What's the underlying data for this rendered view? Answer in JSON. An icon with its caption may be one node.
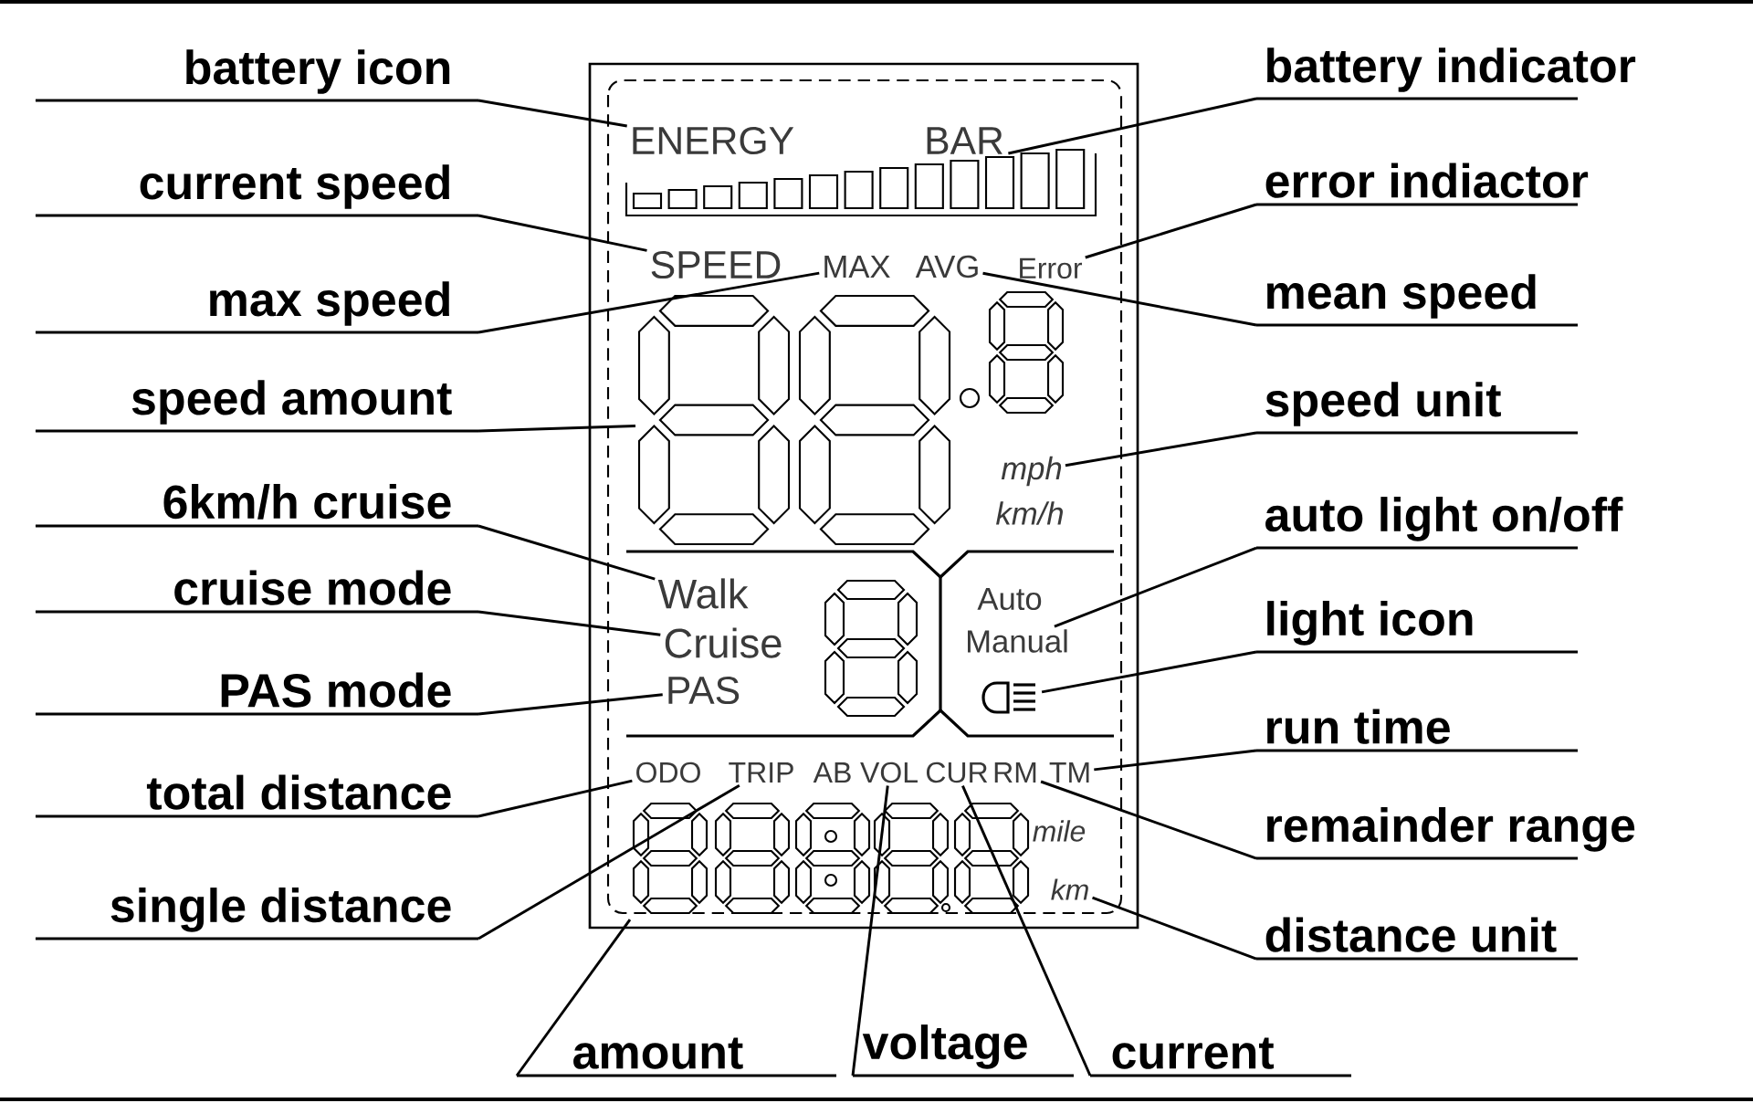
{
  "diagram": {
    "nodes": [
      {
        "text": [
          "battery icon"
        ]
      },
      {
        "text": [
          "current speed"
        ]
      },
      {
        "text": [
          "max speed"
        ]
      },
      {
        "text": [
          "speed amount"
        ]
      },
      {
        "text": [
          "6km/h cruise"
        ]
      },
      {
        "text": [
          "cruise mode"
        ]
      },
      {
        "text": [
          "PAS mode"
        ]
      },
      {
        "text": [
          "total distance"
        ]
      },
      {
        "text": [
          "single distance"
        ]
      },
      {
        "text": [
          "battery indicator"
        ]
      },
      {
        "text": [
          "error indiactor"
        ]
      },
      {
        "text": [
          "mean speed"
        ]
      },
      {
        "text": [
          "speed unit"
        ]
      },
      {
        "text": [
          "auto light on/off"
        ]
      },
      {
        "text": [
          "light icon"
        ]
      },
      {
        "text": [
          "run time"
        ]
      },
      {
        "text": [
          "remainder range"
        ]
      },
      {
        "text": [
          "distance unit"
        ]
      },
      {
        "text": [
          "amount"
        ]
      },
      {
        "text": [
          "voltage"
        ]
      },
      {
        "text": [
          "current"
        ]
      },
      {
        "text": [
          "ENERGY"
        ]
      },
      {
        "text": [],
        "shape": "bar"
      },
      {
        "text": [
          "SPEED"
        ]
      },
      {
        "text": [
          "MAX"
        ]
      },
      {
        "text": [
          "AVG"
        ]
      },
      {
        "text": [
          "Error"
        ]
      },
      {
        "text": [],
        "shape": "display"
      },
      {
        "text": [
          "mph"
        ]
      },
      {
        "text": [
          "Walk"
        ]
      },
      {
        "text": [
          "Cruise"
        ]
      },
      {
        "text": [
          "PAS"
        ]
      },
      {
        "text": [
          "Manual"
        ]
      },
      {
        "text": [],
        "shape": "lamp"
      },
      {
        "text": [
          "ODO"
        ]
      },
      {
        "text": [
          "TRIP"
        ]
      },
      {
        "text": [
          "VOL"
        ]
      },
      {
        "text": [
          "CUR"
        ]
      },
      {
        "text": [
          "RM"
        ]
      },
      {
        "text": [
          "TM"
        ]
      },
      {
        "text": [],
        "shape": "display"
      },
      {
        "text": [
          "km"
        ]
      }
    ],
    "edges": [
      {
        "from": 0,
        "to": 21,
        "arrow": "none"
      },
      {
        "from": 1,
        "to": 23,
        "arrow": "none"
      },
      {
        "from": 2,
        "to": 24,
        "arrow": "none"
      },
      {
        "from": 3,
        "to": 27,
        "arrow": "none"
      },
      {
        "from": 4,
        "to": 29,
        "arrow": "none"
      },
      {
        "from": 5,
        "to": 30,
        "arrow": "none"
      },
      {
        "from": 6,
        "to": 31,
        "arrow": "none"
      },
      {
        "from": 7,
        "to": 34,
        "arrow": "none"
      },
      {
        "from": 8,
        "to": 35,
        "arrow": "none"
      },
      {
        "from": 9,
        "to": 22,
        "arrow": "none"
      },
      {
        "from": 10,
        "to": 26,
        "arrow": "none"
      },
      {
        "from": 11,
        "to": 25,
        "arrow": "none"
      },
      {
        "from": 12,
        "to": 28,
        "arrow": "none"
      },
      {
        "from": 13,
        "to": 32,
        "arrow": "none"
      },
      {
        "from": 14,
        "to": 33,
        "arrow": "none"
      },
      {
        "from": 15,
        "to": 39,
        "arrow": "none"
      },
      {
        "from": 16,
        "to": 38,
        "arrow": "none"
      },
      {
        "from": 17,
        "to": 41,
        "arrow": "none"
      },
      {
        "from": 18,
        "to": 40,
        "arrow": "none"
      },
      {
        "from": 19,
        "to": 36,
        "arrow": "none"
      },
      {
        "from": 20,
        "to": 37,
        "arrow": "none"
      }
    ],
    "labels": [
      "BAR",
      "km/h",
      "Auto",
      "AB",
      "mile"
    ]
  }
}
